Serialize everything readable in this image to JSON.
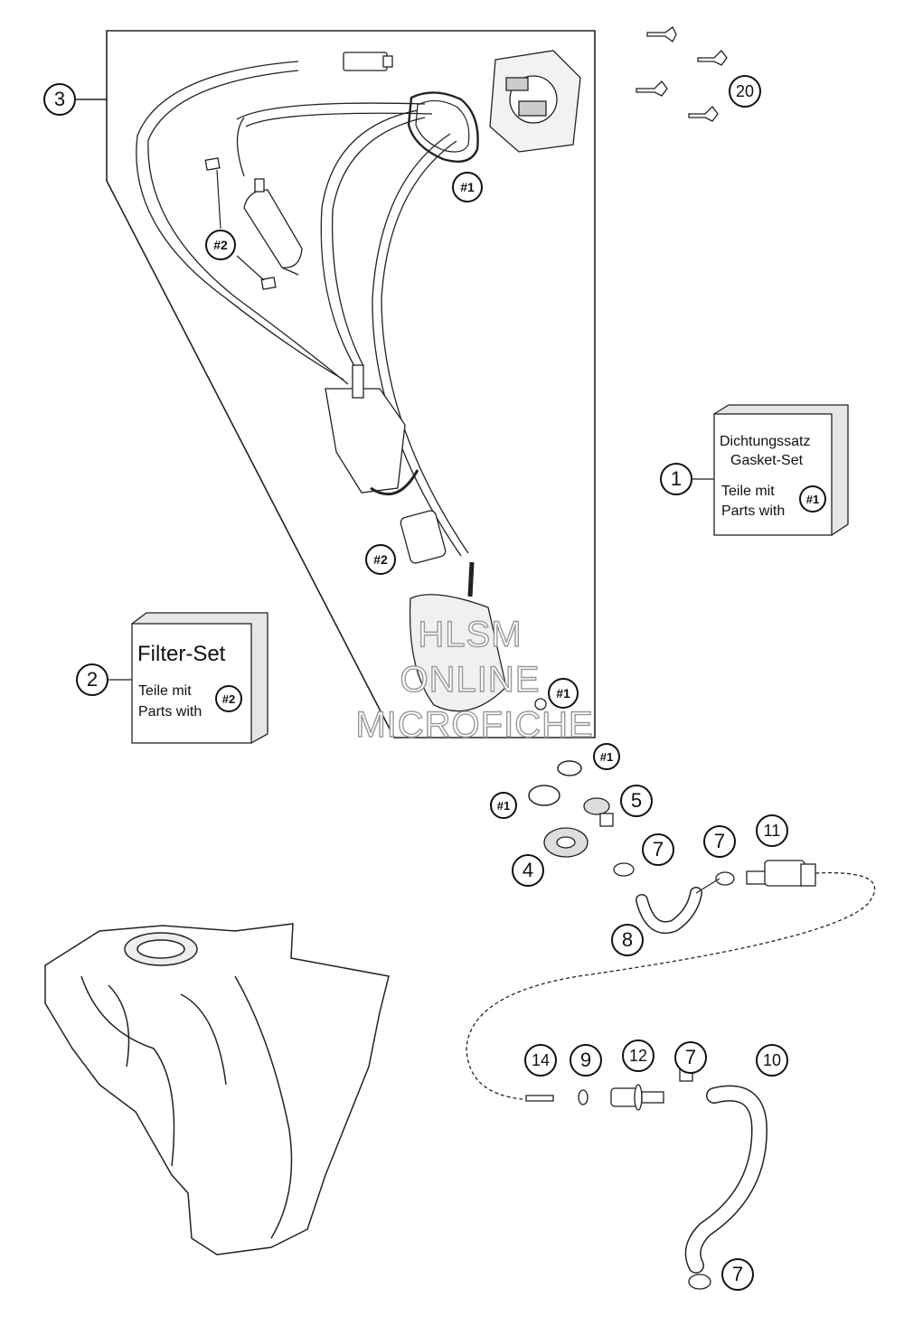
{
  "callouts": {
    "c1": "1",
    "c2": "2",
    "c3": "3",
    "c4": "4",
    "c5": "5",
    "c7a": "7",
    "c7b": "7",
    "c7c": "7",
    "c7d": "7",
    "c8": "8",
    "c9": "9",
    "c10": "10",
    "c11": "11",
    "c12": "12",
    "c14": "14",
    "c20": "20"
  },
  "refs": {
    "hash1": "#1",
    "hash2": "#2"
  },
  "gasket_box": {
    "line1": "Dichtungssatz",
    "line2": "Gasket-Set",
    "line3": "Teile mit",
    "line4": "Parts with",
    "ref": "#1"
  },
  "filter_box": {
    "title": "Filter-Set",
    "line1": "Teile mit",
    "line2": "Parts with",
    "ref": "#2"
  },
  "watermark": {
    "line1": "HLSM",
    "line2": "ONLINE",
    "line3": "MICROFICHE"
  },
  "colors": {
    "line": "#222222",
    "box_shadow": "#d9d9d9",
    "watermark_stroke": "#999999"
  }
}
